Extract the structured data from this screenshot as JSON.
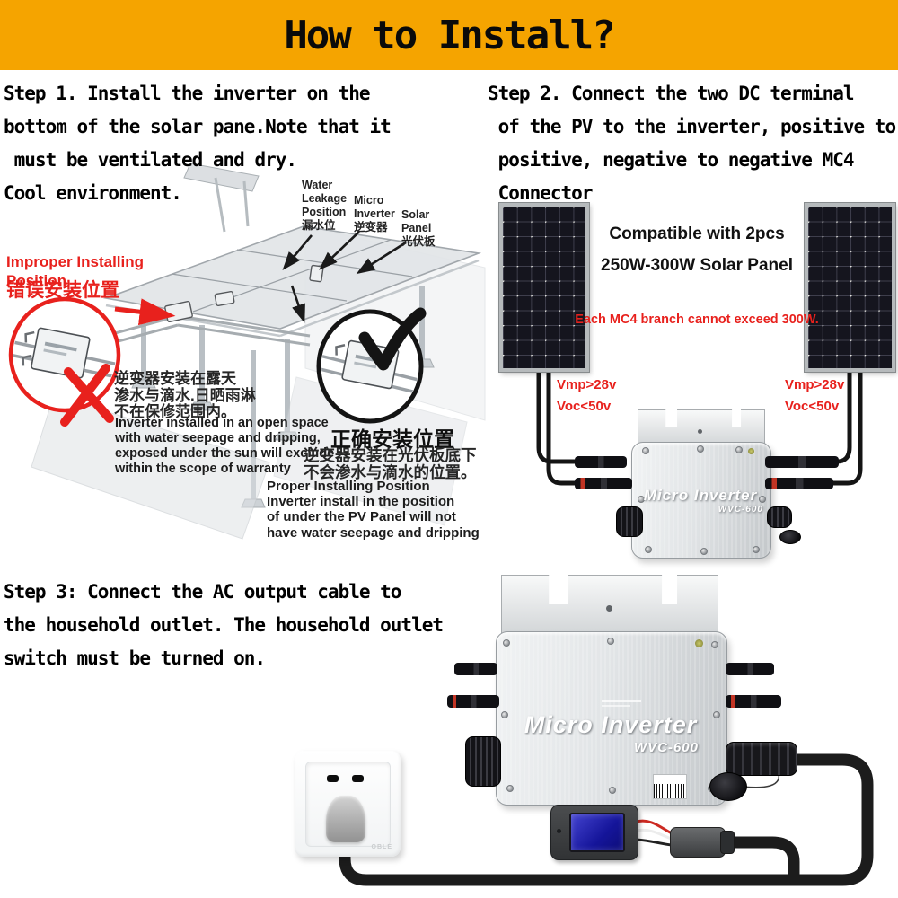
{
  "header": {
    "title": "How to Install?",
    "bg_color": "#F5A400"
  },
  "steps": {
    "step1": "Step 1. Install the inverter on the\nbottom of the solar pane.Note that it\n must be ventilated and dry.\nCool environment.",
    "step2": "Step 2. Connect the two DC terminal\n of the PV to the inverter, positive to\n positive, negative to negative MC4\n Connector",
    "step3": "Step 3: Connect the AC output cable to\nthe household outlet. The household outlet\nswitch must be turned on."
  },
  "diagram": {
    "water_leakage_label": "Water\nLeakage\nPosition\n漏水位",
    "micro_inverter_label": "Micro\nInverter\n逆变器",
    "solar_panel_label": "Solar\nPanel\n光伏板",
    "improper_en": "Improper Installing\nPosition",
    "improper_zh": "错误安装位置",
    "improper_note_zh": "逆变器安装在露天\n渗水与滴水.日晒雨淋\n不在保修范围内。",
    "improper_note_en": "Inverter installed in an open space\nwith water seepage and dripping,\nexposed under the sun will exclude\nwithin the scope of warranty",
    "proper_zh_title": "正确安装位置",
    "proper_note_zh": "逆变器安装在光伏板底下\n不会渗水与滴水的位置。",
    "proper_note_en": "Proper Installing Position\nInverter install in the position\nof under the PV Panel will not\nhave water seepage and dripping"
  },
  "panels": {
    "compatible_line1": "Compatible with 2pcs",
    "compatible_line2": "250W-300W Solar Panel",
    "mc4_warning": "Each MC4 branch cannot exceed 300W.",
    "left_spec": "Vmp>28v\nVoc<50v",
    "right_spec": "Vmp>28v\nVoc<50v"
  },
  "product": {
    "name": "Micro Inverter",
    "model": "WVC-600"
  },
  "outlet": {
    "brand": "OBLE"
  },
  "colors": {
    "accent_red": "#E8211D",
    "header_orange": "#F5A400"
  }
}
